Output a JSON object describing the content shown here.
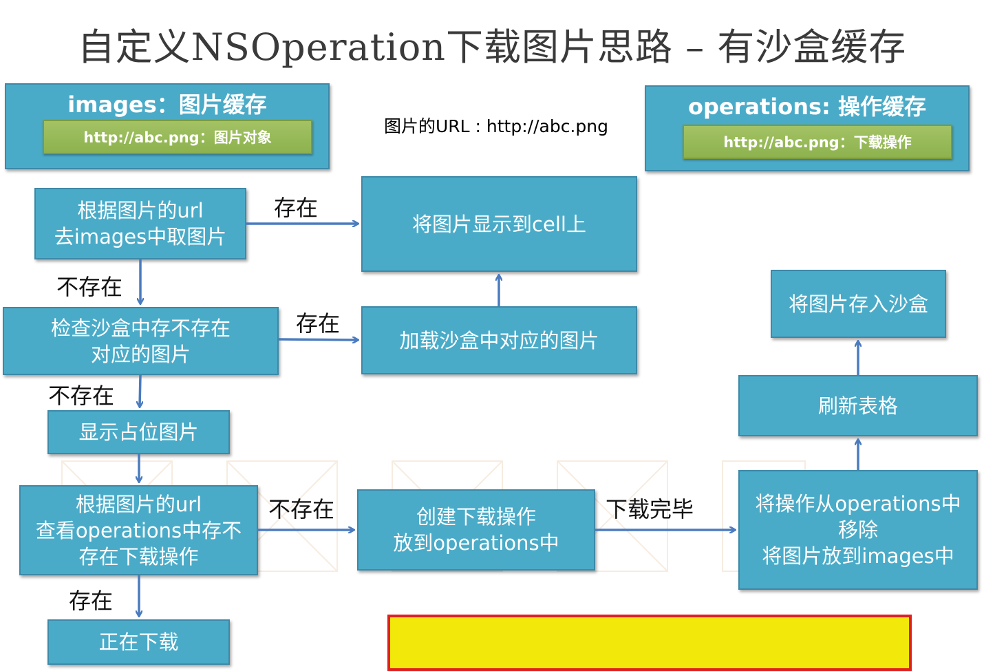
{
  "title": "自定义NSOperation下载图片思路 – 有沙盒缓存",
  "images_panel": {
    "title": "images：图片缓存",
    "entry": "http://abc.png：图片对象"
  },
  "operations_panel": {
    "title": "operations:  操作缓存",
    "entry": "http://abc.png：下载操作"
  },
  "url_note": "图片的URL : http://abc.png",
  "nodes": {
    "get_from_images": [
      "根据图片的url",
      "去images中取图片"
    ],
    "show_in_cell": "将图片显示到cell上",
    "check_sandbox": [
      "检查沙盒中存不存在",
      "对应的图片"
    ],
    "load_sandbox": "加载沙盒中对应的图片",
    "show_placeholder": "显示占位图片",
    "check_operations": [
      "根据图片的url",
      "查看operations中存不",
      "存在下载操作"
    ],
    "create_operation": [
      "创建下载操作",
      "放到operations中"
    ],
    "remove_operation": [
      "将操作从operations中",
      "移除",
      "将图片放到images中"
    ],
    "refresh_table": "刷新表格",
    "save_sandbox": "将图片存入沙盒",
    "downloading": "正在下载"
  },
  "edge_labels": {
    "exists_1": "存在",
    "not_exists_1": "不存在",
    "exists_2": "存在",
    "not_exists_2": "不存在",
    "not_exists_3": "不存在",
    "download_done": "下载完毕",
    "exists_3": "存在"
  },
  "colors": {
    "node_fill": "#4aabc8",
    "node_border": "#3c89a8",
    "arrow": "#4a7bbf",
    "green_bar": "#95b852",
    "highlight_fill": "#f2e80a",
    "highlight_border": "#e02020"
  }
}
